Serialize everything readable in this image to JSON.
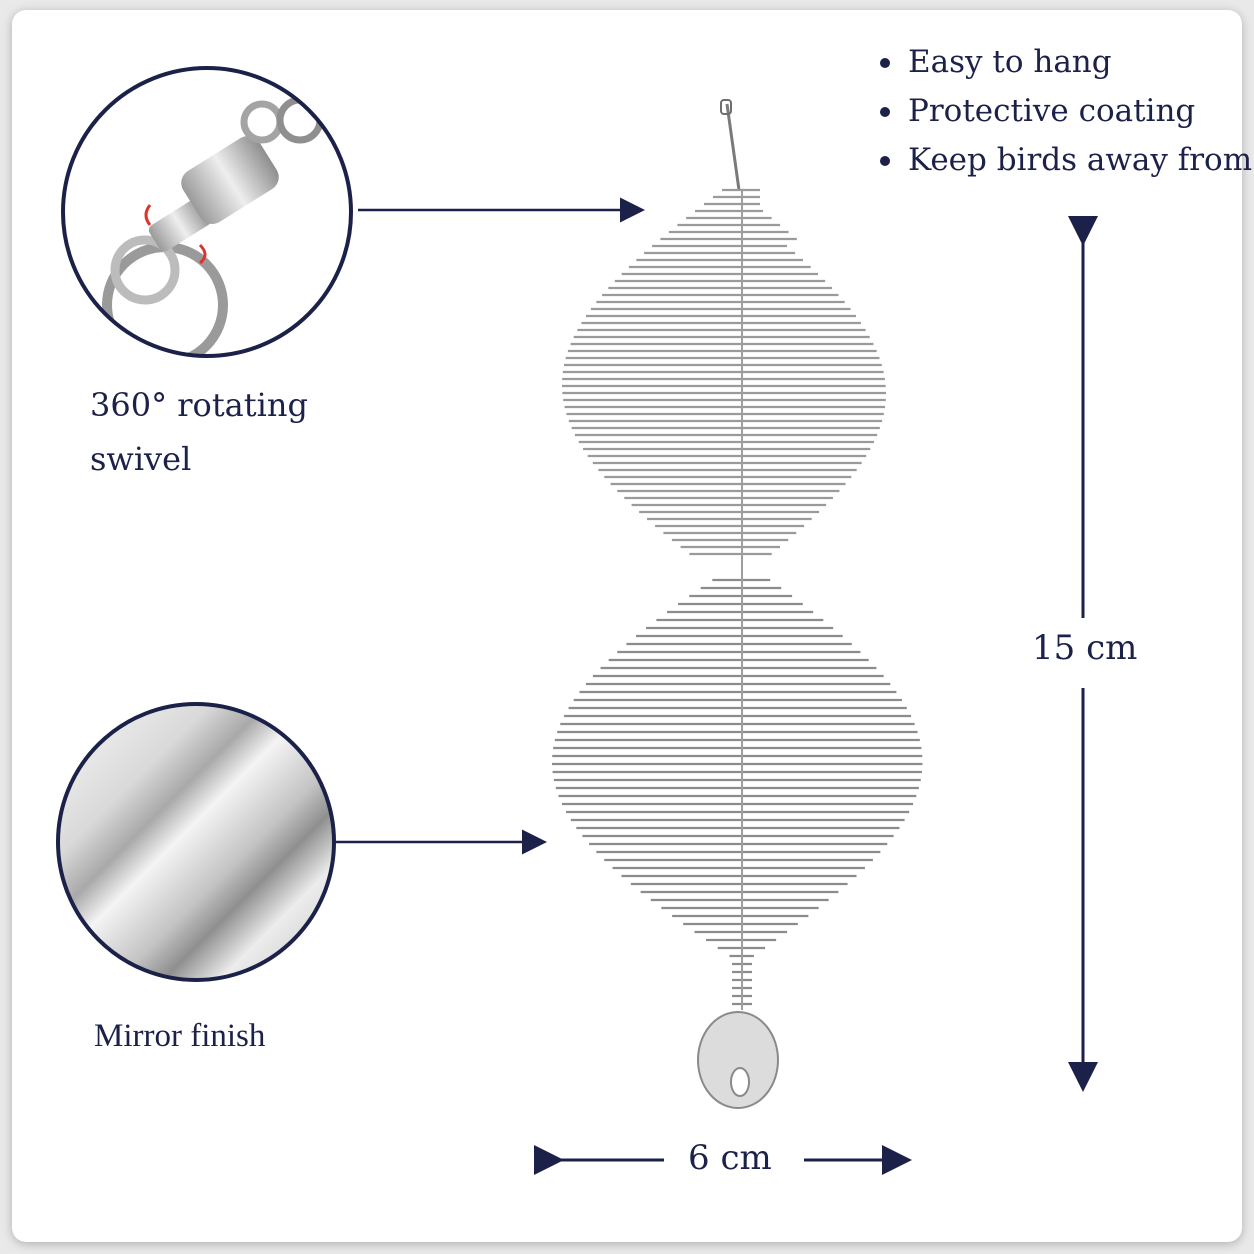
{
  "features": [
    "Easy to hang",
    "Protective coating",
    "Keep birds away from"
  ],
  "callouts": {
    "swivel_line1": "360° rotating",
    "swivel_line2": "swivel",
    "mirror": "Mirror finish"
  },
  "dimensions": {
    "height": "15 cm",
    "width": "6 cm"
  },
  "colors": {
    "accent": "#1b2148",
    "metal": "#b8b8b8",
    "swivel_marker": "#e0322b"
  }
}
